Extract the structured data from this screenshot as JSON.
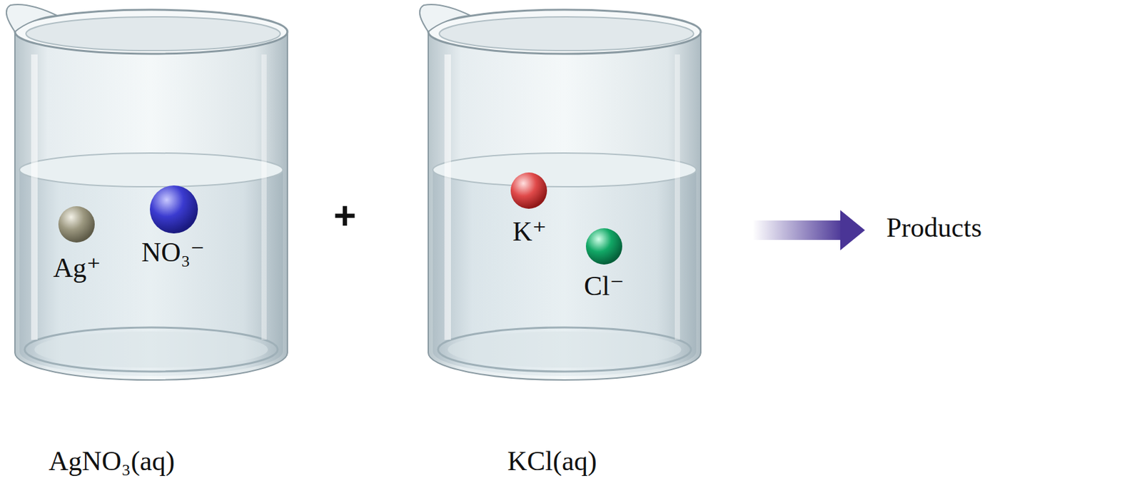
{
  "diagram": {
    "labels": [
      "Ag⁺",
      "NO₃⁻",
      "+",
      "K⁺",
      "Cl⁻",
      "Products",
      "AgNO₃(aq)",
      "KCl(aq)"
    ]
  }
}
